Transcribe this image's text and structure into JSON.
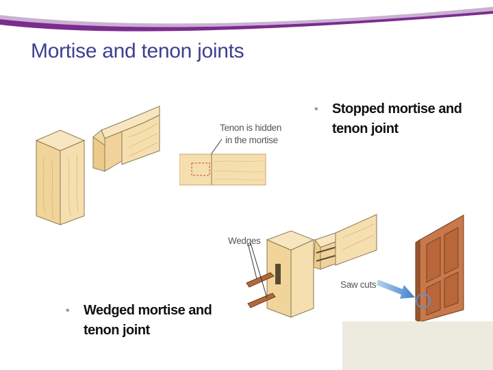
{
  "slide": {
    "title": "Mortise and tenon joints",
    "bullets": [
      {
        "line1": "Stopped mortise and",
        "line2": "tenon joint"
      },
      {
        "line1": "Wedged mortise and",
        "line2": "tenon joint"
      }
    ],
    "labels": {
      "tenon_hidden_1": "Tenon is hidden",
      "tenon_hidden_2": "in the mortise",
      "wedges": "Wedges",
      "saw_cuts": "Saw cuts"
    },
    "colors": {
      "title": "#3d3f8f",
      "banner": "#7b2c8e",
      "wood": "#f2d9a4",
      "door": "#b8663a",
      "arrow": "#3f7fc8"
    }
  }
}
